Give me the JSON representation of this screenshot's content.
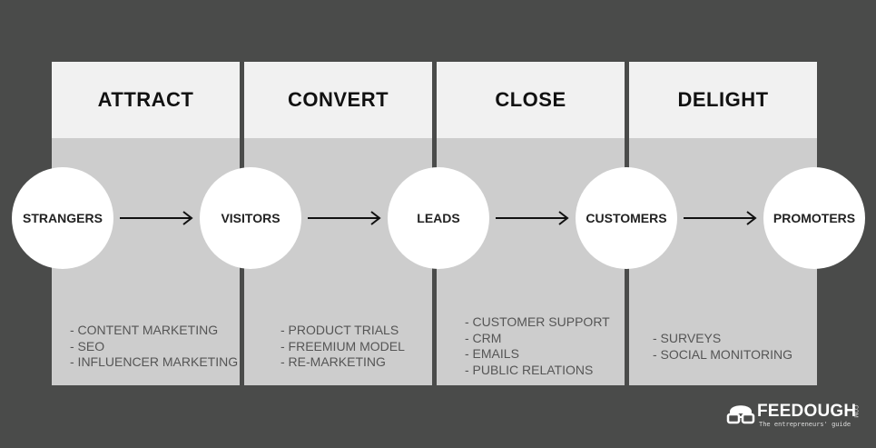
{
  "stages": [
    {
      "title": "ATTRACT",
      "bullets": [
        "- CONTENT MARKETING",
        "- SEO",
        "- INFLUENCER MARKETING"
      ]
    },
    {
      "title": "CONVERT",
      "bullets": [
        "- PRODUCT TRIALS",
        "- FREEMIUM MODEL",
        "- RE-MARKETING"
      ]
    },
    {
      "title": "CLOSE",
      "bullets": [
        "- CUSTOMER SUPPORT",
        "- CRM",
        "- EMAILS",
        "- PUBLIC RELATIONS"
      ]
    },
    {
      "title": "DELIGHT",
      "bullets": [
        "- SURVEYS",
        "- SOCIAL MONITORING"
      ]
    }
  ],
  "nodes": [
    "STRANGERS",
    "VISITORS",
    "LEADS",
    "CUSTOMERS",
    "PROMOTERS"
  ],
  "logo": {
    "name": "FEEDOUGH",
    "suffix": ".COM",
    "tagline": "The entrepreneurs' guide"
  },
  "colors": {
    "background": "#4a4b4a",
    "column": "#cdcdcd",
    "header": "#f1f1f1",
    "node": "#ffffff"
  }
}
